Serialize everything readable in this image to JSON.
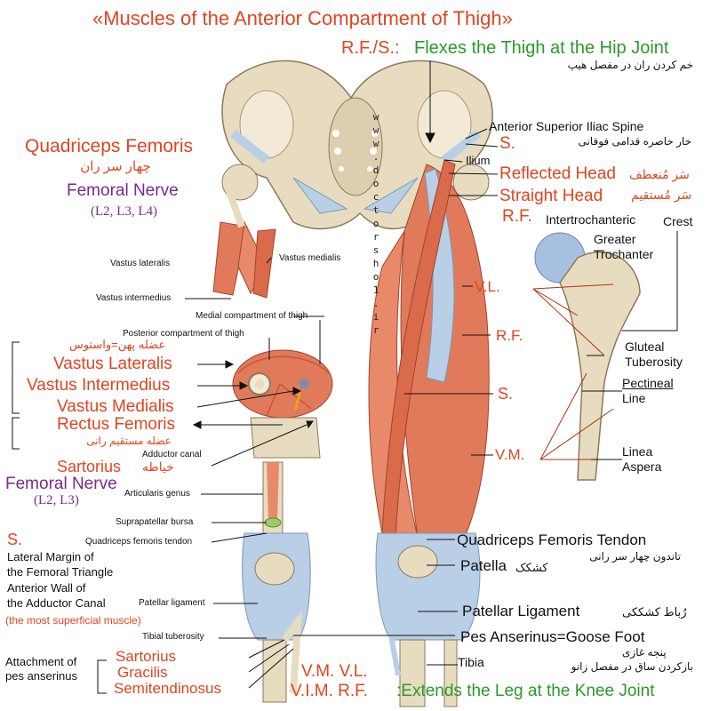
{
  "title": "«Muscles of the Anterior Compartment of Thigh»",
  "top": {
    "rfs": "R.F./S.:",
    "flexes": "Flexes the Thigh at the Hip Joint",
    "flexes_fa": "خم کردن ران در مفصل هیپ"
  },
  "left": {
    "quadriceps": "Quadriceps Femoris",
    "quadriceps_fa": "چهار سر ران",
    "femoral_nerve": "Femoral Nerve",
    "roots": "(L2, L3, L4)",
    "vastus_lateralis_small": "Vastus lateralis",
    "vastus_medialis_small": "Vastus medialis",
    "vastus_intermedius_small": "Vastus intermedius",
    "medial_compartment": "Medial compartment of thigh",
    "posterior_compartment": "Posterior compartment of thigh",
    "vastus_fa": "عضله پهن=واستوس",
    "vl": "Vastus Lateralis",
    "vi": "Vastus Intermedius",
    "vm": "Vastus Medialis",
    "rf": "Rectus Femoris",
    "rf_fa": "عضله مستقیم رانی",
    "adductor_canal": "Adductor canal",
    "sartorius": "Sartorius",
    "sartorius_fa": "خیاطه",
    "femoral_nerve2": "Femoral Nerve",
    "roots2": "(L2, L3)",
    "articularis": "Articularis genus",
    "suprapatellar": "Suprapatellar bursa",
    "quad_tendon_small": "Quadriceps femoris tendon",
    "s": "S.",
    "lateral_margin": "Lateral Margin of",
    "femoral_triangle": "the Femoral Triangle",
    "anterior_wall": "Anterior Wall of",
    "adductor_canal2": "the Adductor Canal",
    "superficial": "(the most superficial muscle)",
    "patellar_lig_small": "Patellar ligament",
    "tibial_tub": "Tibial tuberosity",
    "attachment1": "Attachment of",
    "attachment2": "pes anserinus",
    "sartorius2": "Sartorius",
    "gracilis": "Gracilis",
    "semitendinosus": "Semitendinosus"
  },
  "right": {
    "asis": "Anterior Superior Iliac Spine",
    "asis_fa": "خار خاصره قدامی فوقانی",
    "s": "S.",
    "ilium": "Ilium",
    "reflected": "Reflected Head",
    "reflected_fa": "سَر مُنعطف",
    "straight": "Straight Head",
    "straight_fa": "سَر مُستقیم",
    "rf": "R.F.",
    "intertroch": "Intertrochanteric",
    "crest": "Crest",
    "greater": "Greater",
    "trochanter": "Trochanter",
    "vl": "V.L.",
    "rf2": "R.F.",
    "gluteal": "Gluteal",
    "tuberosity": "Tuberosity",
    "s2": "S.",
    "pectineal": "Pectineal",
    "line": "Line",
    "vm": "V.M.",
    "linea": "Linea",
    "aspera": "Aspera",
    "quad_tendon": "Quadriceps Femoris Tendon",
    "quad_tendon_fa": "تاندون چهار سر رانی",
    "patella": "Patella",
    "patella_fa": "کشکک",
    "patellar_lig": "Patellar Ligament",
    "patellar_lig_fa": "رُباط کشککی",
    "pes": "Pes Anserinus=Goose Foot",
    "pes_fa": "پنجه غازی",
    "tibia": "Tibia",
    "extends_fa": "بازکردن ساق در مفصل زانو",
    "vm_vl": "V.M. V.L.",
    "vim_rf": "V.I.M. R.F.",
    "extends": ":Extends the Leg at the Knee Joint"
  },
  "watermark": "www.doctorsho1.ir",
  "colors": {
    "label_red": "#e0451f",
    "label_green": "#2a9a2a",
    "label_purple": "#7a2a8a",
    "muscle": "#e07a5a",
    "bone": "#e8dcc0",
    "tendon": "#b8cfe6"
  }
}
